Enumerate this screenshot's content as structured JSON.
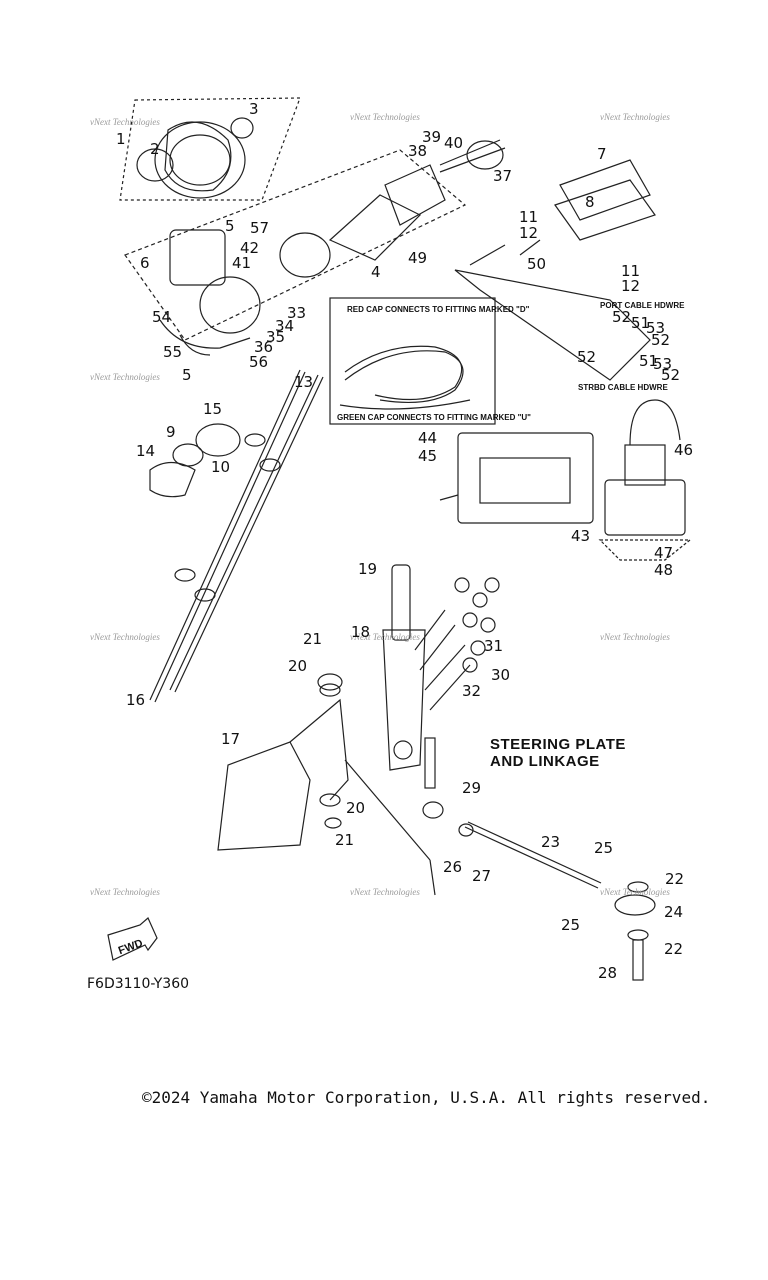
{
  "diagram": {
    "title_line1": "STEERING PLATE",
    "title_line2": "AND LINKAGE",
    "drawing_code": "F6D3110-Y360",
    "fwd_label": "FWD",
    "inset_top_label": "RED CAP CONNECTS TO FITTING MARKED \"D\"",
    "inset_bottom_label": "GREEN CAP CONNECTS TO FITTING MARKED \"U\"",
    "port_label": "PORT CABLE HDWRE",
    "strbd_label": "STRBD CABLE HDWRE",
    "watermark": "vNext Technologies",
    "callouts": [
      "1",
      "2",
      "3",
      "4",
      "5",
      "5",
      "6",
      "7",
      "8",
      "9",
      "10",
      "11",
      "11",
      "12",
      "12",
      "13",
      "14",
      "15",
      "16",
      "17",
      "18",
      "19",
      "20",
      "20",
      "21",
      "21",
      "22",
      "22",
      "23",
      "24",
      "25",
      "25",
      "26",
      "27",
      "28",
      "29",
      "30",
      "31",
      "32",
      "33",
      "34",
      "35",
      "36",
      "37",
      "38",
      "39",
      "40",
      "41",
      "42",
      "43",
      "44",
      "45",
      "46",
      "47",
      "48",
      "49",
      "50",
      "51",
      "51",
      "52",
      "52",
      "52",
      "52",
      "53",
      "53",
      "54",
      "55",
      "56",
      "57"
    ]
  },
  "footer": {
    "copyright": "©2024 Yamaha Motor Corporation, U.S.A. All rights reserved."
  }
}
